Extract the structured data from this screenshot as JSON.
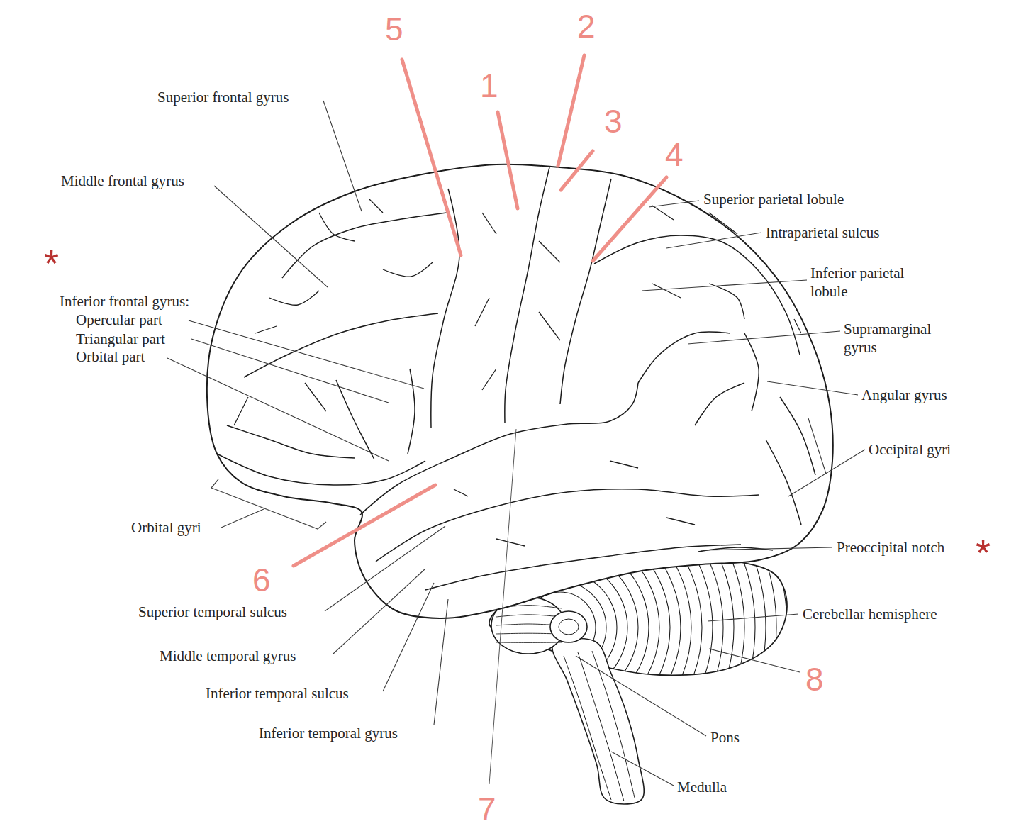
{
  "diagram": {
    "labels": [
      "5",
      "2",
      "1",
      "3",
      "4",
      "Superior frontal gyrus",
      "Middle frontal gyrus",
      "Superior parietal lobule",
      "Intraparietal sulcus",
      "*",
      "Inferior parietal lobule",
      "Inferior frontal gyrus:",
      "Opercular part",
      "Triangular part",
      "Orbital part",
      "Supramarginal gyrus",
      "Angular gyrus",
      "Occipital gyri",
      "Orbital gyri",
      "Preoccipital notch",
      "*",
      "6",
      "Superior temporal sulcus",
      "Cerebellar hemisphere",
      "Middle temporal gyrus",
      "8",
      "Inferior temporal sulcus",
      "Inferior temporal gyrus",
      "Pons",
      "Medulla",
      "7"
    ]
  }
}
